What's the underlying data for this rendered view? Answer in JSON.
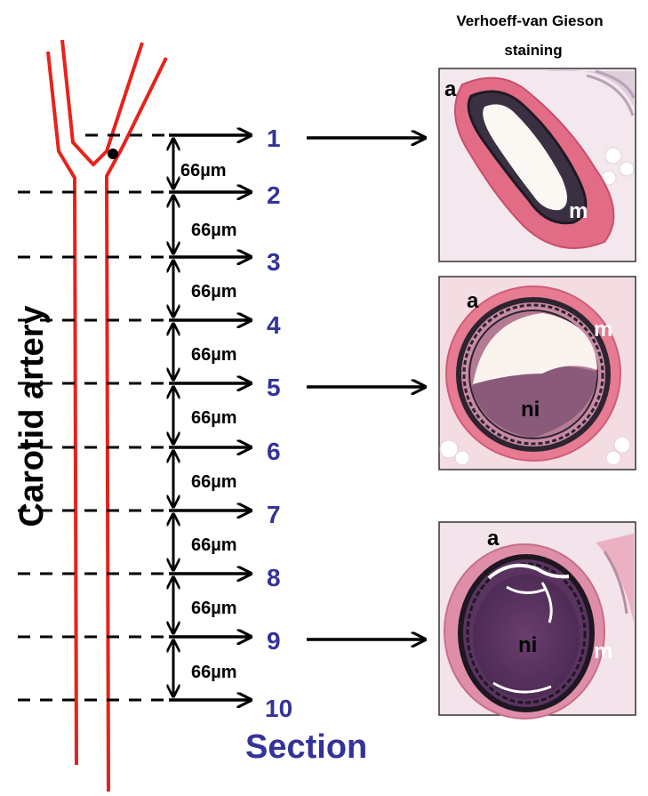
{
  "artery_label": "Carotid artery",
  "stain_title_line1": "Verhoeff-van Gieson",
  "stain_title_line2": "staining",
  "section_label": "Section",
  "spacing_label": "66µm",
  "sections": [
    "1",
    "2",
    "3",
    "4",
    "5",
    "6",
    "7",
    "8",
    "9",
    "10"
  ],
  "panels": [
    {
      "section": "1",
      "labels": {
        "a": "a",
        "m": "m"
      }
    },
    {
      "section": "5",
      "labels": {
        "a": "a",
        "m": "m",
        "ni": "ni"
      }
    },
    {
      "section": "9",
      "labels": {
        "a": "a",
        "m": "m",
        "ni": "ni"
      }
    }
  ],
  "colors": {
    "vessel": "#e8221b",
    "section_number": "#333399",
    "tissue_pink": "#e8a0b0",
    "elastin": "#2a2030",
    "neointima": "#8a5a7a",
    "neointima_dark": "#5c3560"
  }
}
